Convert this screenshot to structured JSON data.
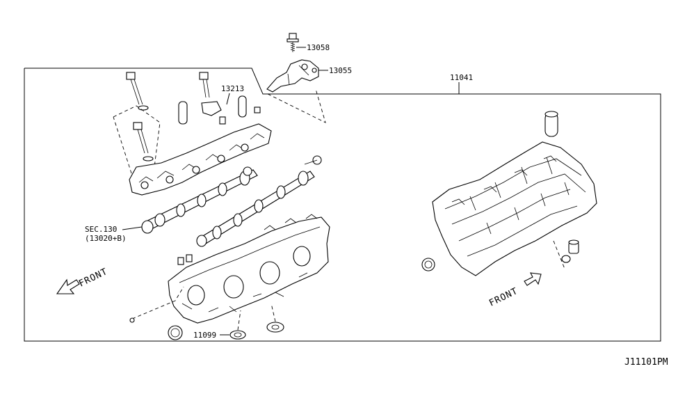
{
  "labels": {
    "bolt_top": "13058",
    "bracket": "13055",
    "guide_pin": "13213",
    "head_assembly": "11041",
    "camshaft_sec": "SEC.130",
    "camshaft_sub": "(13020+B)",
    "seal": "11099",
    "front_left": "FRONT",
    "front_right": "FRONT",
    "diagram_ref": "J11101PM"
  }
}
